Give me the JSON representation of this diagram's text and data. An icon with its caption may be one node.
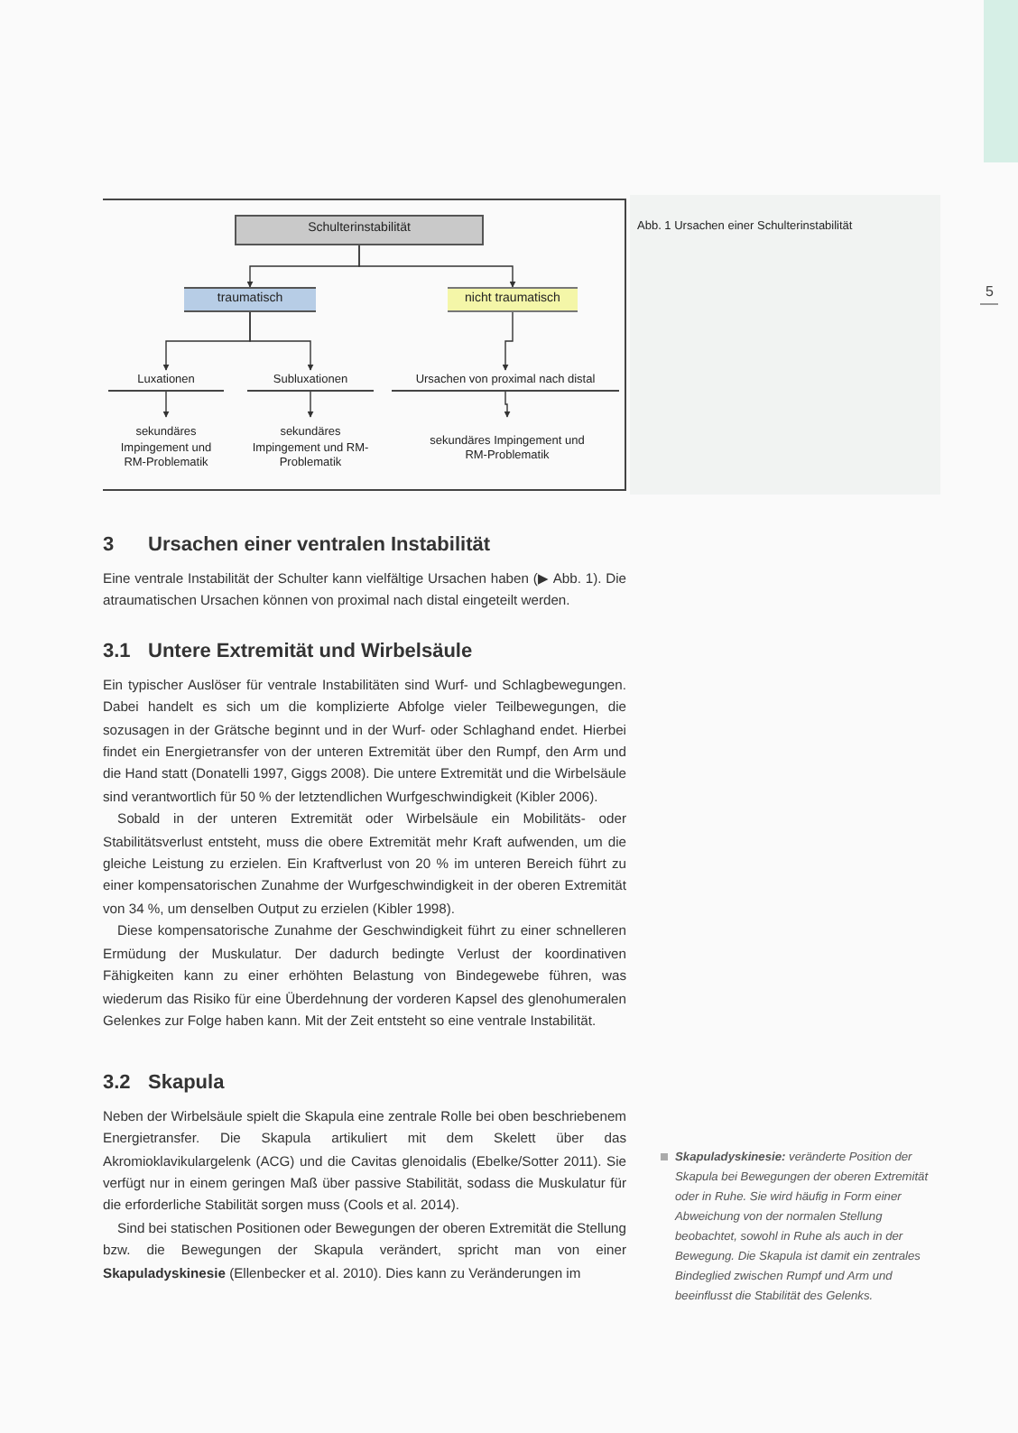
{
  "diagram": {
    "caption": "Abb. 1 Ursachen einer Schulterinstabilität",
    "nodes": [
      {
        "text": [
          "Schulterinstabilität"
        ]
      },
      {
        "text": [
          "traumatisch"
        ]
      },
      {
        "text": [
          "nicht traumatisch"
        ]
      },
      {
        "text": [
          "Luxationen"
        ]
      },
      {
        "text": [
          "Subluxationen"
        ]
      },
      {
        "text": [
          "Ursachen von proximal nach distal"
        ]
      },
      {
        "text": [
          "sekundäres Impingement und RM-Problematik"
        ]
      },
      {
        "text": [
          "sekundäres Impingement und RM-Problematik"
        ]
      },
      {
        "text": [
          "sekundäres Impingement und RM-Problematik"
        ]
      }
    ],
    "edges": [
      {
        "from": 0,
        "to": 1,
        "arrow": "to"
      },
      {
        "from": 0,
        "to": 2,
        "arrow": "to"
      },
      {
        "from": 1,
        "to": 3,
        "arrow": "to"
      },
      {
        "from": 1,
        "to": 4,
        "arrow": "to"
      },
      {
        "from": 2,
        "to": 5,
        "arrow": "to"
      },
      {
        "from": 3,
        "to": 6,
        "arrow": "to"
      },
      {
        "from": 4,
        "to": 7,
        "arrow": "to"
      },
      {
        "from": 5,
        "to": 8,
        "arrow": "to"
      }
    ],
    "labels": [
      "5",
      "3",
      "Ursachen einer ventralen Instabilität",
      "Eine ventrale Instabilität der Schulter kann vielfältige Ursachen haben (▶ Abb. 1). Die atraumatischen Ursachen können von proximal nach distal eingeteilt werden.",
      "3.1",
      "Untere Extremität und Wirbelsäule",
      "Ein typischer Auslöser für ventrale Instabilitäten sind Wurf- und Schlagbewegungen. Dabei handelt es sich um die komplizierte Abfolge vieler Teilbewegungen, die sozusagen in der Grätsche beginnt und in der Wurf- oder Schlaghand endet. Hierbei findet ein Energietransfer von der unteren Extremität über den Rumpf, den Arm und die Hand statt (Donatelli 1997, Giggs 2008). Die untere Extremität und die Wirbelsäule sind verantwortlich für 50 % der letztendlichen Wurfgeschwindigkeit (Kibler 2006).",
      "Sobald in der unteren Extremität oder Wirbelsäule ein Mobilitäts- oder Stabilitätsverlust entsteht, muss die obere Extremität mehr Kraft aufwenden, um die gleiche Leistung zu erzielen. Ein Kraftverlust von 20 % im unteren Bereich führt zu einer kompensatorischen Zunahme der Wurfgeschwindigkeit in der oberen Extremität von 34 %, um denselben Output zu erzielen (Kibler 1998).",
      "Diese kompensatorische Zunahme der Geschwindigkeit führt zu einer schnelleren Ermüdung der Muskulatur. Der dadurch bedingte Verlust der koordinativen Fähigkeiten kann zu einer erhöhten Belastung von Bindegewebe führen, was wiederum das Risiko für eine Überdehnung der vorderen Kapsel des glenohumeralen Gelenkes zur Folge haben kann. Mit der Zeit entsteht so eine ventrale Instabilität.",
      "3.2",
      "Skapula",
      "Neben der Wirbelsäule spielt die Skapula eine zentrale Rolle bei oben beschriebenem Energietransfer. Die Skapula artikuliert mit dem Skelett über das Akromioklavikulargelenk (ACG) und die Cavitas glenoidalis (Ebelke/Sotter 2011). Sie verfügt nur in einem geringen Maß über passive Stabilität, sodass die Muskulatur für die erforderliche Stabilität sorgen muss (Cools et al. 2014).",
      "Sind bei statischen Positionen oder Bewegungen der oberen Extremität die Stellung bzw. die Bewegungen der Skapula verändert, spricht man von einer **Skapuladyskinesie** (Ellenbecker et al. 2010). Dies kann zu Veränderungen im",
      "**Skapuladyskinesie:** veränderte Position der Skapula bei Bewegungen der oberen Extremität oder in Ruhe. Sie wird häufig in Form einer Abweichung von der normalen Stellung beobachtet, sowohl in Ruhe als auch in der Bewegung. Die Skapula ist damit ein zentrales Bindeglied zwischen Rumpf und Arm und beeinflusst die Stabilität des Gelenks."
    ]
  }
}
